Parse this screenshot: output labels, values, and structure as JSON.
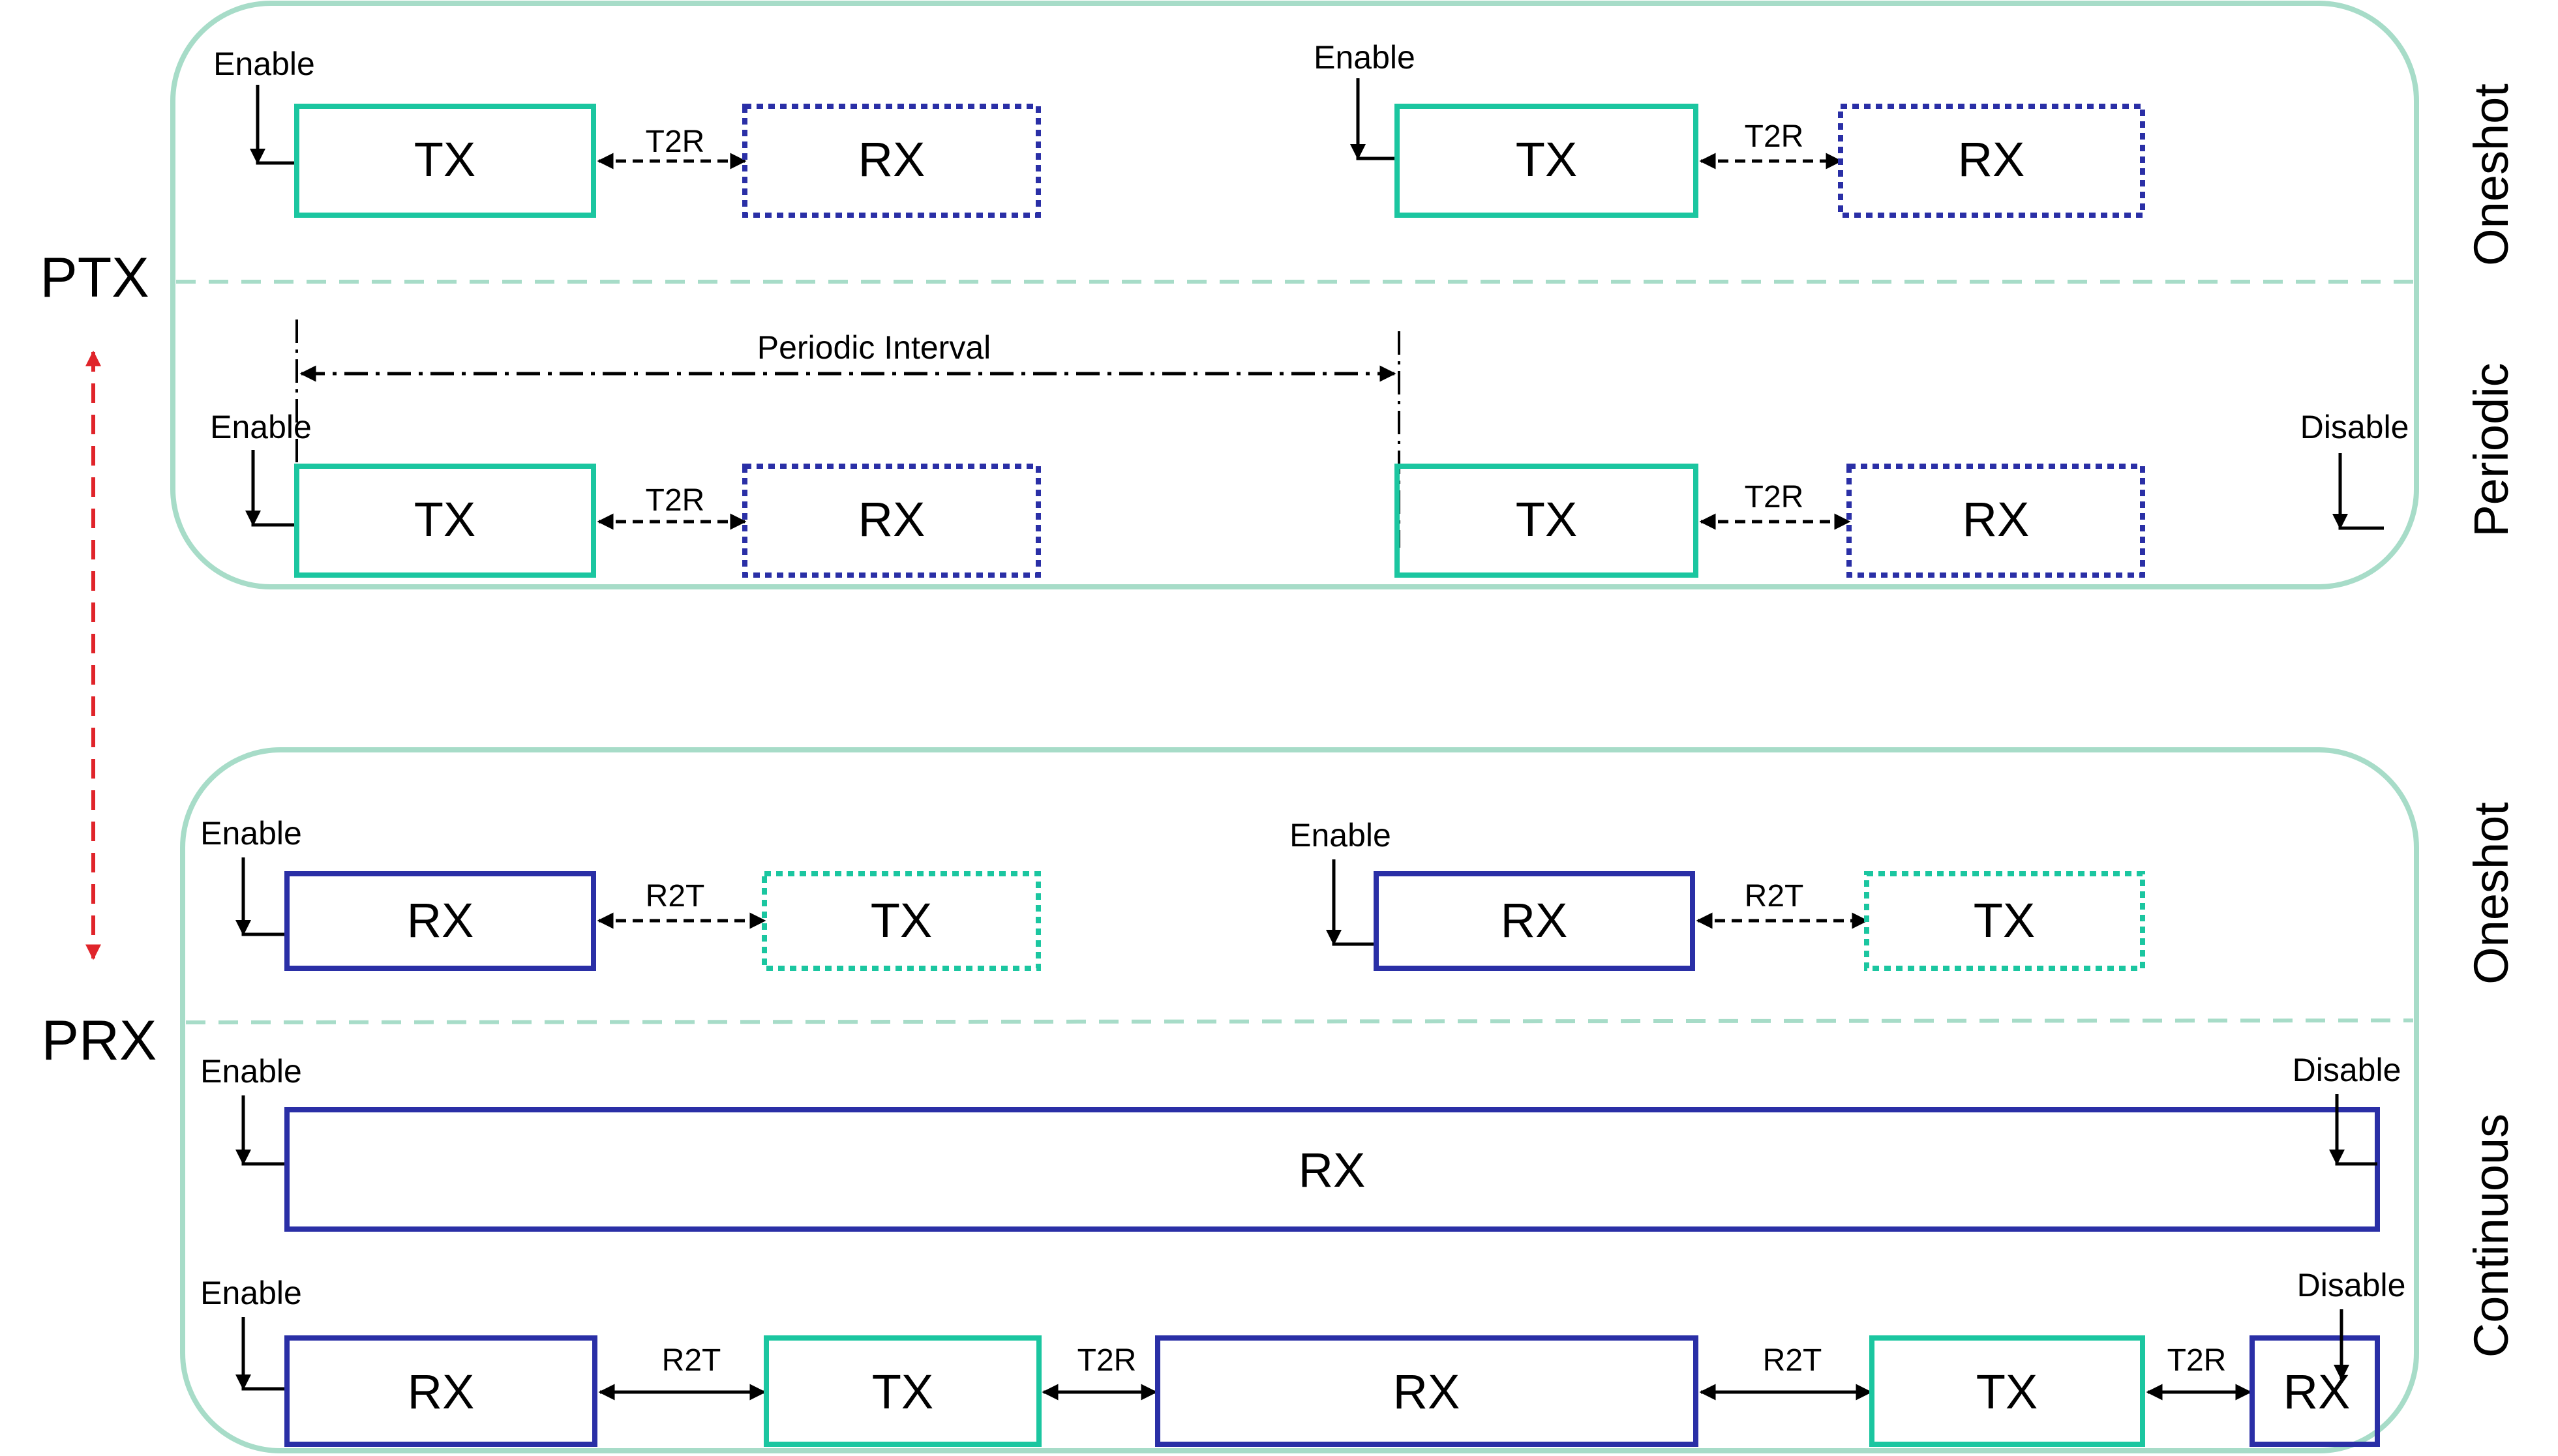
{
  "colors": {
    "tx": "#1bc6a0",
    "rx": "#2a2fa6",
    "panel": "#a7dcc8",
    "separator": "#a7dcc8",
    "arrow": "#000000",
    "mode_arrow": "#e0242a"
  },
  "labels": {
    "ptx": "PTX",
    "prx": "PRX",
    "oneshot": "Oneshot",
    "periodic": "Periodic",
    "continuous": "Continuous",
    "enable": "Enable",
    "disable": "Disable",
    "tx": "TX",
    "rx": "RX",
    "t2r": "T2R",
    "r2t": "R2T",
    "periodic_interval": "Periodic Interval"
  }
}
